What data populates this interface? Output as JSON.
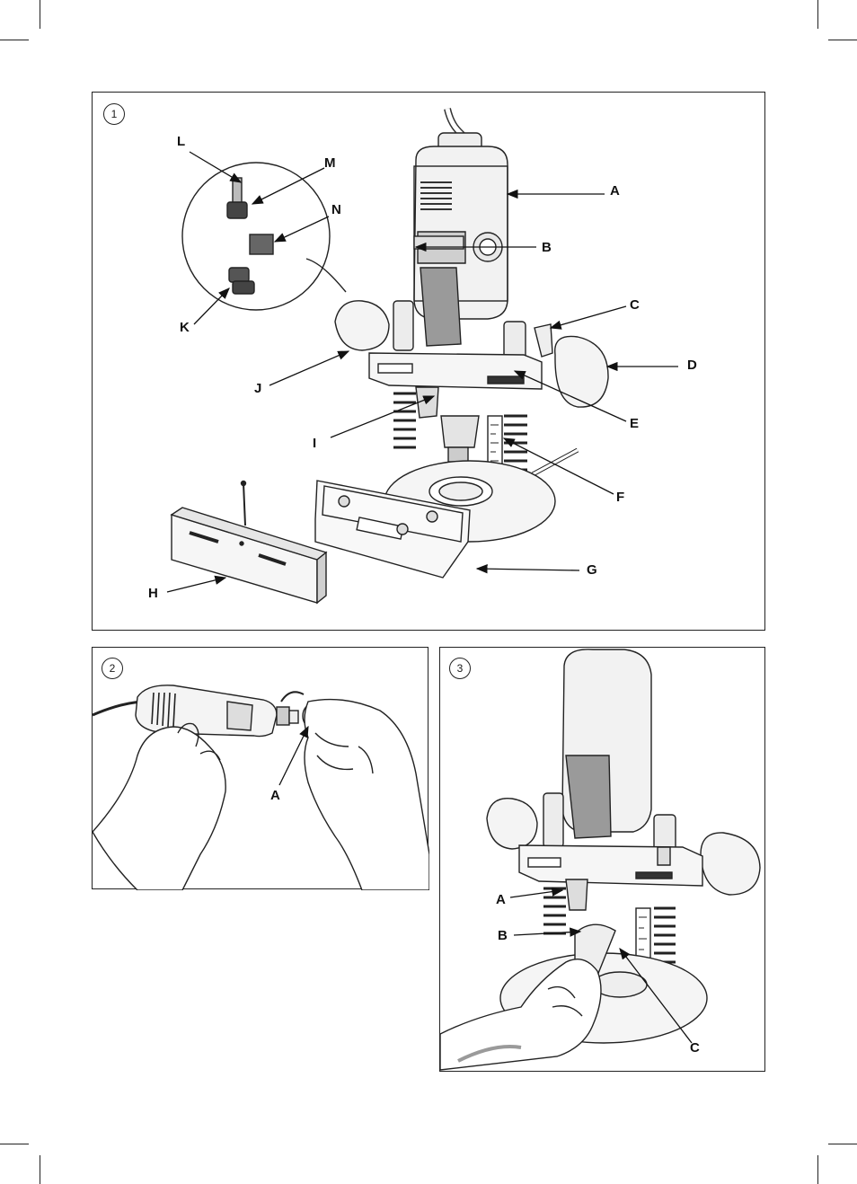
{
  "figures": [
    {
      "number": "1",
      "labels": {
        "A": "A",
        "B": "B",
        "C": "C",
        "D": "D",
        "E": "E",
        "F": "F",
        "G": "G",
        "H": "H",
        "I": "I",
        "J": "J",
        "K": "K",
        "L": "L",
        "M": "M",
        "N": "N"
      }
    },
    {
      "number": "2",
      "labels": {
        "A": "A"
      }
    },
    {
      "number": "3",
      "labels": {
        "A": "A",
        "B": "B",
        "C": "C"
      }
    }
  ],
  "colors": {
    "line": "#222222",
    "shade": "#9a9a9a",
    "light": "#d8d8d8",
    "dark": "#555555"
  }
}
